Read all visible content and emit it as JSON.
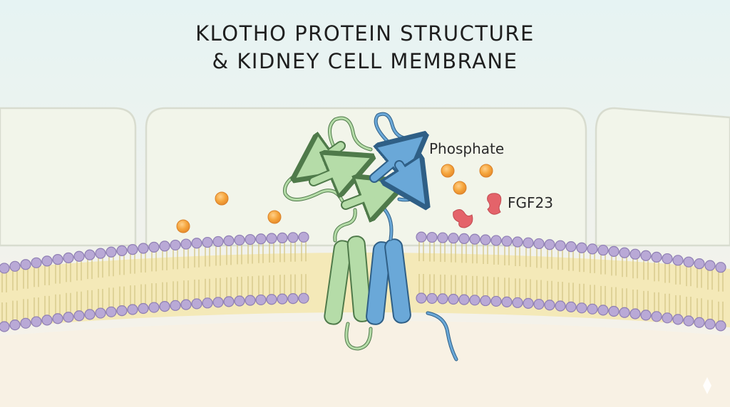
{
  "title": {
    "line1": "KLOTHO PROTEIN STRUCTURE",
    "line2": "& KIDNEY CELL MEMBRANE"
  },
  "labels": {
    "phosphate": "Phosphate",
    "fgf23": "FGF23"
  },
  "colors": {
    "background_top": "#e6f3f3",
    "background_bottom": "#f8f2e8",
    "cell_fill": "#f2f5ea",
    "cell_outline": "#d8dccf",
    "membrane_core": "#f4e9b8",
    "lipid_head": "#b9a9d6",
    "lipid_head_edge": "#8f7fb3",
    "protein_green": "#b5dca8",
    "protein_blue": "#6aa8d8",
    "phosphate_ion": "#f5a53c",
    "fgf23": "#e4636a"
  }
}
